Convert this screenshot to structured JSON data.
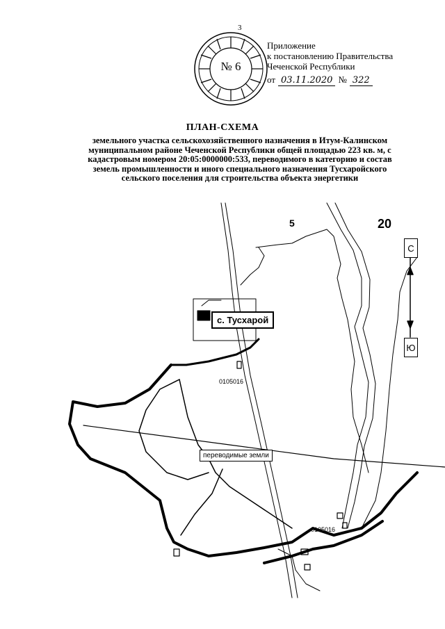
{
  "header": {
    "page_number": "3",
    "stamp_text": "№ 6",
    "appendix_line1": "Приложение",
    "appendix_line2": "к постановлению Правительства",
    "appendix_line3": "Чеченской Республики",
    "date_prefix": "от",
    "date_value": "03.11.2020",
    "number_prefix": "№",
    "number_value": "322"
  },
  "document": {
    "title": "ПЛАН-СХЕМА",
    "subtitle": "земельного участка сельскохозяйственного назначения в Итум-Калинском муниципальном районе Чеченской Республики общей площадью 223 кв. м, с кадастровым номером 20:05:0000000:533, переводимого в категорию и состав земель промышленности и иного специального назначения Тусхаройского сельского поселения для строительства объекта энергетики"
  },
  "map": {
    "labels": {
      "zone_5": "5",
      "zone_20": "20",
      "village": "с. Тусхарой",
      "parcel_code_1": "0105016",
      "parcel_code_2": "0105016",
      "transferred_lands": "переводимые земли"
    },
    "compass": {
      "north": "С",
      "south": "Ю"
    }
  }
}
